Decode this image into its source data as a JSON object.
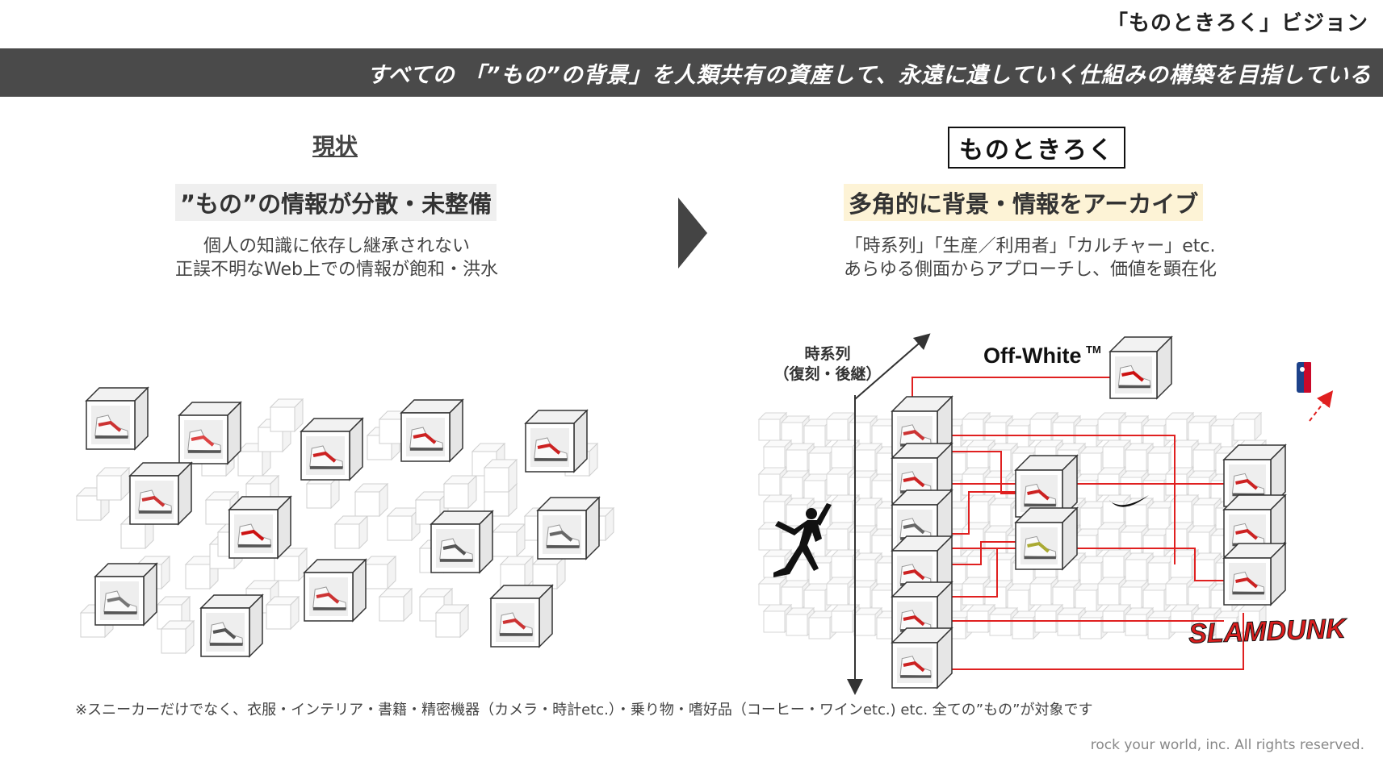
{
  "header": {
    "page_label": "「ものときろく」ビジョン",
    "banner": "すべての 「”もの”の背景」を人類共有の資産して、永遠に遺していく仕組みの構築を目指している"
  },
  "left": {
    "title": "現状",
    "subtitle": "”もの”の情報が分散・未整備",
    "desc_line1": "個人の知識に依存し継承されない",
    "desc_line2": "正誤不明なWeb上での情報が飽和・洪水"
  },
  "right": {
    "title": "ものときろく",
    "subtitle": "多角的に背景・情報をアーカイブ",
    "desc_line1": "「時系列」「生産／利用者」「カルチャー」etc.",
    "desc_line2": "あらゆる側面からアプローチし、価値を顕在化",
    "axis_label_line1": "時系列",
    "axis_label_line2": "（復刻・後継）",
    "brand_offwhite": "Off-White",
    "brand_tm": "TM",
    "brand_slamdunk": "SLAMDUNK"
  },
  "footer": {
    "note": "※スニーカーだけでなく、衣服・インテリア・書籍・精密機器（カメラ・時計etc.）・乗り物・嗜好品（コーヒー・ワインetc.) etc. 全ての”もの”が対象です",
    "copyright": "rock your world, inc. All rights reserved."
  },
  "icons": {
    "chevron": "chevron-right-icon",
    "jumpman": "jumpman-logo",
    "swoosh": "swoosh-logo",
    "nba": "nba-logo"
  },
  "colors": {
    "banner_bg": "#4a4a4a",
    "connector_red": "#e02020",
    "highlight_yellow": "#fdf3d6",
    "highlight_gray": "#efefef"
  }
}
